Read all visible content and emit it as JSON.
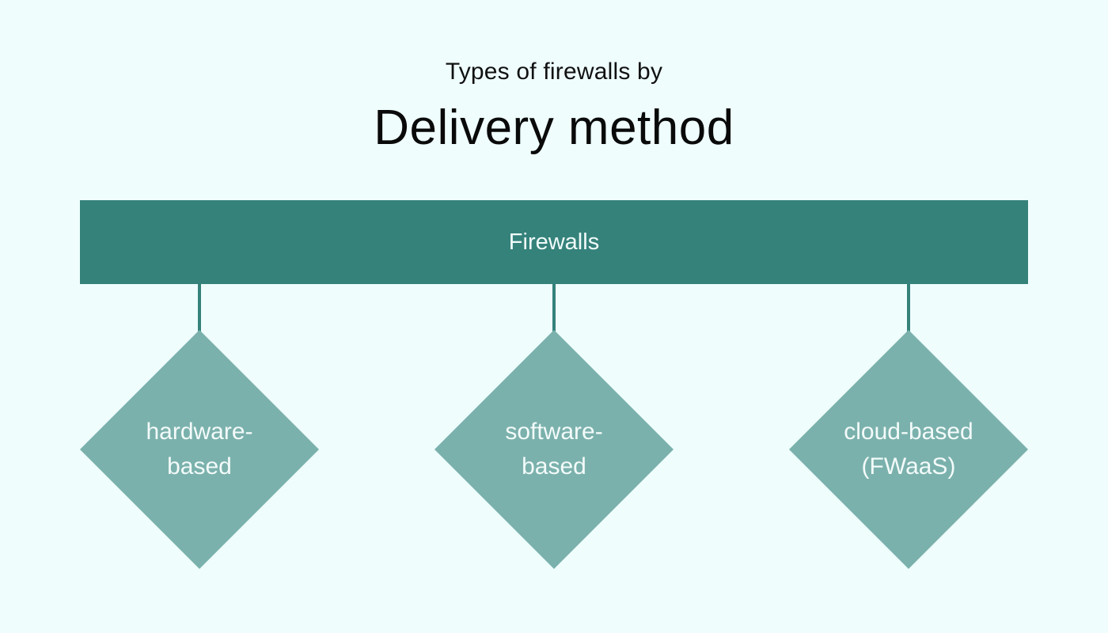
{
  "header": {
    "subtitle": "Types of firewalls by",
    "title": "Delivery method"
  },
  "root": {
    "label": "Firewalls"
  },
  "children": [
    {
      "label": "hardware-\nbased"
    },
    {
      "label": "software-\nbased"
    },
    {
      "label": "cloud-based\n(FWaaS)"
    }
  ],
  "colors": {
    "background": "#effdfd",
    "root_fill": "#35827b",
    "child_fill": "#7bb1ac",
    "connector": "#35827b",
    "label_text": "#f3fbfa"
  }
}
